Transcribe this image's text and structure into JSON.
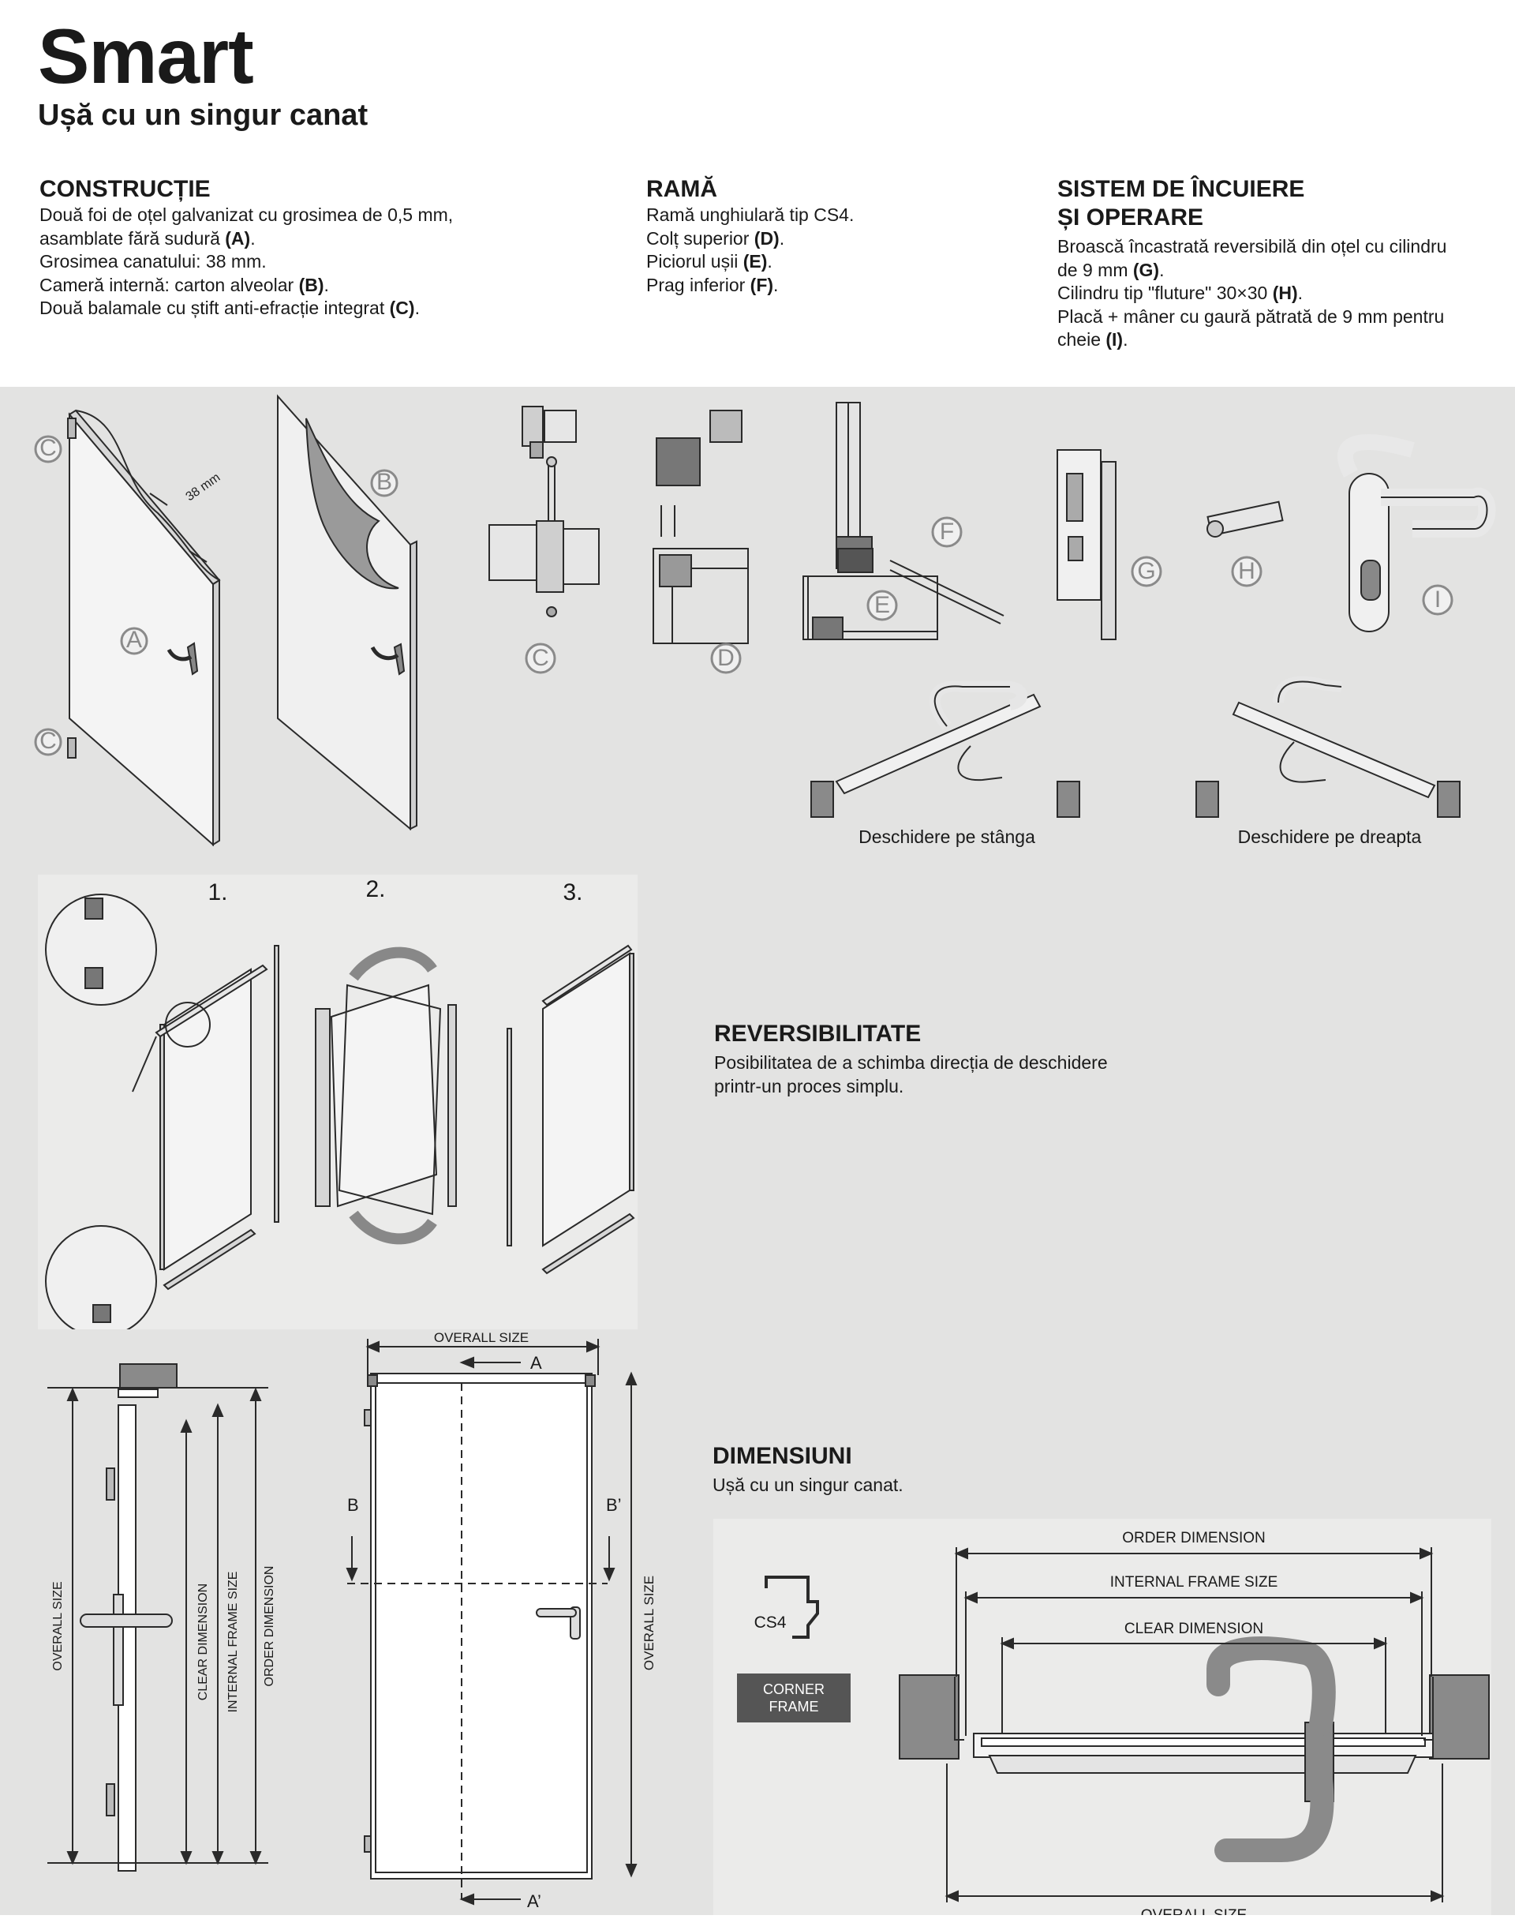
{
  "header": {
    "title": "Smart",
    "subtitle": "Ușă cu un singur canat"
  },
  "constructie": {
    "heading": "CONSTRUCȚIE",
    "lines": [
      {
        "text": "Două foi de oțel galvanizat cu grosimea de 0,5 mm,",
        "code": ""
      },
      {
        "text": "asamblate fără sudură ",
        "code": "(A)",
        "end": "."
      },
      {
        "text": "Grosimea canatului: 38 mm.",
        "code": ""
      },
      {
        "text": "Cameră internă: carton alveolar ",
        "code": "(B)",
        "end": "."
      },
      {
        "text": "Două balamale cu știft anti-efracție integrat ",
        "code": "(C)",
        "end": "."
      }
    ]
  },
  "rama": {
    "heading": "RAMĂ",
    "lines": [
      {
        "text": "Ramă unghiulară tip CS4.",
        "code": ""
      },
      {
        "text": "Colț superior ",
        "code": "(D)",
        "end": "."
      },
      {
        "text": "Piciorul ușii ",
        "code": "(E)",
        "end": "."
      },
      {
        "text": "Prag inferior ",
        "code": "(F)",
        "end": "."
      }
    ]
  },
  "sistem": {
    "heading_line1": "SISTEM DE ÎNCUIERE",
    "heading_line2": "ȘI OPERARE",
    "lines": [
      {
        "text": "Broască încastrată reversibilă din oțel cu cilindru",
        "code": ""
      },
      {
        "text": "de 9 mm ",
        "code": "(G)",
        "end": "."
      },
      {
        "text": "Cilindru tip \"fluture\" 30×30 ",
        "code": "(H)",
        "end": "."
      },
      {
        "text": "Placă + mâner cu gaură pătrată de 9 mm pentru",
        "code": ""
      },
      {
        "text": "cheie ",
        "code": "(I)",
        "end": "."
      }
    ]
  },
  "component_labels": [
    "A",
    "B",
    "C",
    "D",
    "E",
    "F",
    "G",
    "H",
    "I"
  ],
  "door_thickness_label": "38 mm",
  "opening": {
    "left": "Deschidere pe stânga",
    "right": "Deschidere pe dreapta"
  },
  "steps": [
    "1.",
    "2.",
    "3."
  ],
  "reversibilitate": {
    "heading": "REVERSIBILITATE",
    "line1": "Posibilitatea de a schimba direcția de deschidere",
    "line2": "printr-un proces simplu."
  },
  "dimensiuni": {
    "heading": "DIMENSIUNI",
    "text": "Ușă cu un singur canat."
  },
  "side_dims": [
    "OVERALL SIZE",
    "CLEAR DIMENSION",
    "INTERNAL FRAME SIZE",
    "ORDER DIMENSION"
  ],
  "front_dims": {
    "top": "OVERALL SIZE",
    "A": "A",
    "A2": "A’",
    "B": "B",
    "B2": "B’",
    "right": "OVERALL SIZE"
  },
  "plan_dims": {
    "order": "ORDER DIMENSION",
    "internal": "INTERNAL FRAME SIZE",
    "clear": "CLEAR DIMENSION",
    "overall": "OVERALL SIZE"
  },
  "profile": {
    "code": "CS4",
    "badge_line1": "CORNER",
    "badge_line2": "FRAME"
  }
}
